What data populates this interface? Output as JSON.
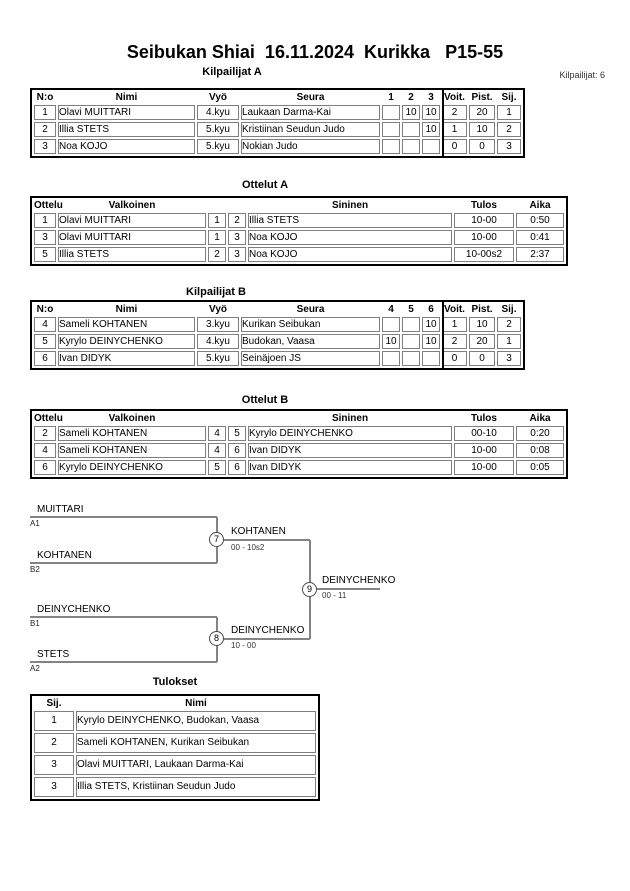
{
  "page": {
    "title": "Seibukan Shiai  16.11.2024  Kurikka   P15-55",
    "competitors_label": "Kilpailijat: 6"
  },
  "colors": {
    "outer_border": "#000000",
    "cell_border": "#7f7f7f",
    "bracket_line": "#848484"
  },
  "kilpailijat_a": {
    "heading": "Kilpailijat A",
    "headers": [
      "N:o",
      "Nimi",
      "Vyö",
      "Seura",
      "1",
      "2",
      "3",
      "Voit.",
      "Pist.",
      "Sij."
    ],
    "rows": [
      [
        "1",
        "Olavi MUITTARI",
        "4.kyu",
        "Laukaan Darma-Kai",
        "",
        "10",
        "10",
        "2",
        "20",
        "1"
      ],
      [
        "2",
        "Illia STETS",
        "5.kyu",
        "Kristiinan Seudun Judo",
        "",
        "",
        "10",
        "1",
        "10",
        "2"
      ],
      [
        "3",
        "Noa KOJO",
        "5.kyu",
        "Nokian Judo",
        "",
        "",
        "",
        "0",
        "0",
        "3"
      ]
    ]
  },
  "ottelut_a": {
    "heading": "Ottelut A",
    "headers": [
      "Ottelu",
      "Valkoinen",
      "Sininen",
      "Tulos",
      "Aika"
    ],
    "rows": [
      [
        "1",
        "Olavi MUITTARI",
        "1",
        "2",
        "Illia STETS",
        "10-00",
        "0:50"
      ],
      [
        "3",
        "Olavi MUITTARI",
        "1",
        "3",
        "Noa KOJO",
        "10-00",
        "0:41"
      ],
      [
        "5",
        "Illia STETS",
        "2",
        "3",
        "Noa KOJO",
        "10-00s2",
        "2:37"
      ]
    ]
  },
  "kilpailijat_b": {
    "heading": "Kilpailijat B",
    "headers": [
      "N:o",
      "Nimi",
      "Vyö",
      "Seura",
      "4",
      "5",
      "6",
      "Voit.",
      "Pist.",
      "Sij."
    ],
    "rows": [
      [
        "4",
        "Sameli KOHTANEN",
        "3.kyu",
        "Kurikan Seibukan",
        "",
        "",
        "10",
        "1",
        "10",
        "2"
      ],
      [
        "5",
        "Kyrylo DEINYCHENKO",
        "4.kyu",
        "Budokan, Vaasa",
        "10",
        "",
        "10",
        "2",
        "20",
        "1"
      ],
      [
        "6",
        "Ivan DIDYK",
        "5.kyu",
        "Seinäjoen JS",
        "",
        "",
        "",
        "0",
        "0",
        "3"
      ]
    ]
  },
  "ottelut_b": {
    "heading": "Ottelut B",
    "headers": [
      "Ottelu",
      "Valkoinen",
      "Sininen",
      "Tulos",
      "Aika"
    ],
    "rows": [
      [
        "2",
        "Sameli KOHTANEN",
        "4",
        "5",
        "Kyrylo DEINYCHENKO",
        "00-10",
        "0:20"
      ],
      [
        "4",
        "Sameli KOHTANEN",
        "4",
        "6",
        "Ivan DIDYK",
        "10-00",
        "0:08"
      ],
      [
        "6",
        "Kyrylo DEINYCHENKO",
        "5",
        "6",
        "Ivan DIDYK",
        "10-00",
        "0:05"
      ]
    ]
  },
  "bracket": {
    "slots": [
      {
        "name": "MUITTARI",
        "seed": "A1"
      },
      {
        "name": "KOHTANEN",
        "seed": "B2"
      },
      {
        "name": "DEINYCHENKO",
        "seed": "B1"
      },
      {
        "name": "STETS",
        "seed": "A2"
      }
    ],
    "matches": [
      {
        "number": "7",
        "winner": "KOHTANEN",
        "score": "00 - 10s2"
      },
      {
        "number": "8",
        "winner": "DEINYCHENKO",
        "score": "10 - 00"
      },
      {
        "number": "9",
        "winner": "DEINYCHENKO",
        "score": "00 - 11"
      }
    ]
  },
  "tulokset": {
    "heading": "Tulokset",
    "headers": [
      "Sij.",
      "Nimi"
    ],
    "rows": [
      [
        "1",
        "Kyrylo DEINYCHENKO, Budokan, Vaasa"
      ],
      [
        "2",
        "Sameli KOHTANEN, Kurikan Seibukan"
      ],
      [
        "3",
        "Olavi MUITTARI, Laukaan Darma-Kai"
      ],
      [
        "3",
        "Illia STETS, Kristiinan Seudun Judo"
      ]
    ]
  }
}
